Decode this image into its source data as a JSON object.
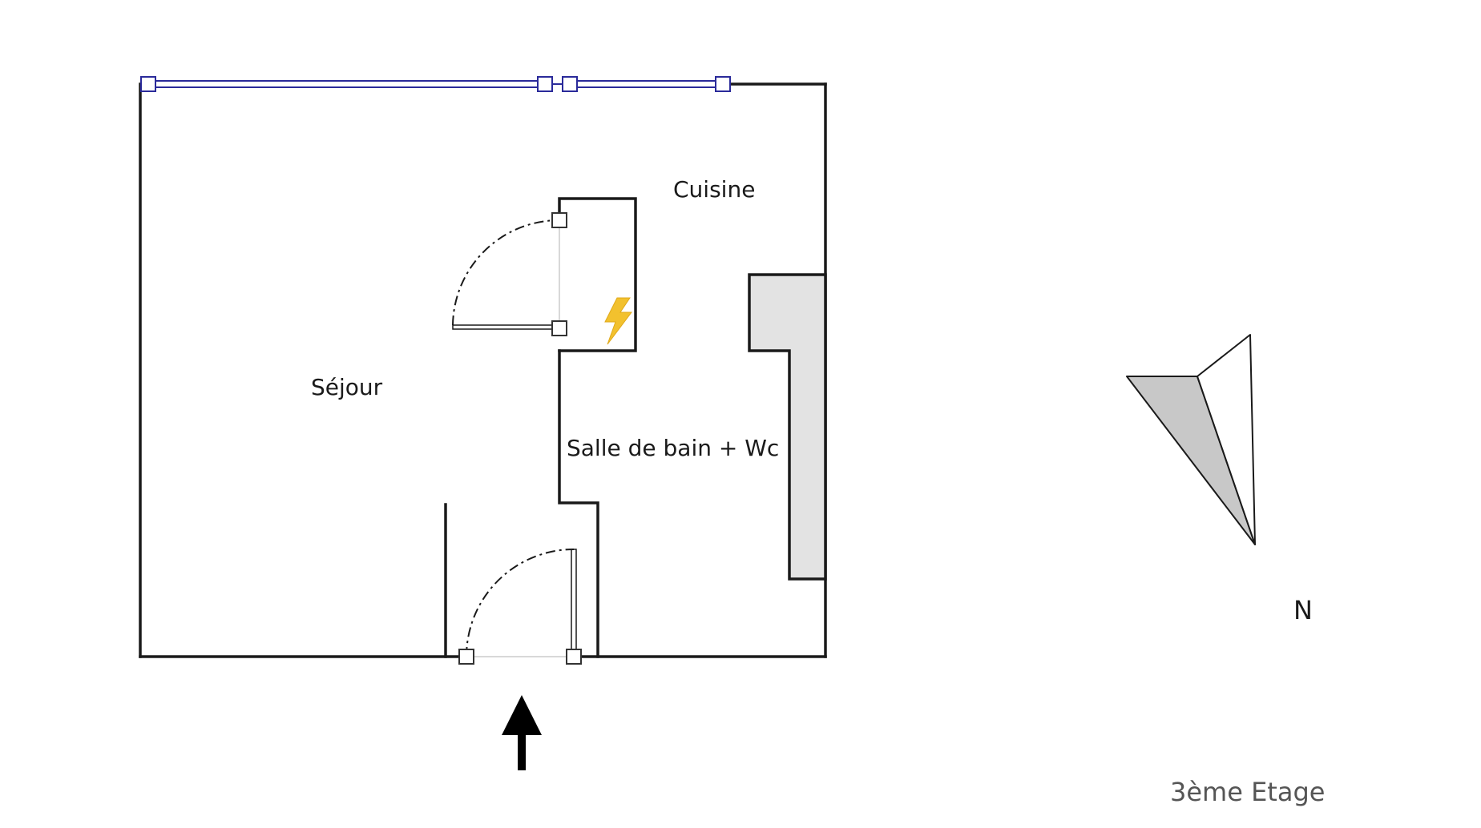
{
  "rooms": {
    "cuisine": "Cuisine",
    "sejour": "Séjour",
    "salle_de_bain": "Salle de bain + Wc"
  },
  "compass": {
    "label": "N"
  },
  "floor": {
    "label": "3ème Etage"
  },
  "icons": {
    "electric_panel": "lightning-bolt-icon",
    "entrance": "entrance-arrow-icon"
  },
  "colors": {
    "wall": "#1a1a1a",
    "window": "#2a2a9a",
    "counter_fill": "#e3e3e3",
    "compass_shade": "#c8c8c8",
    "bolt": "#f2c12e"
  }
}
